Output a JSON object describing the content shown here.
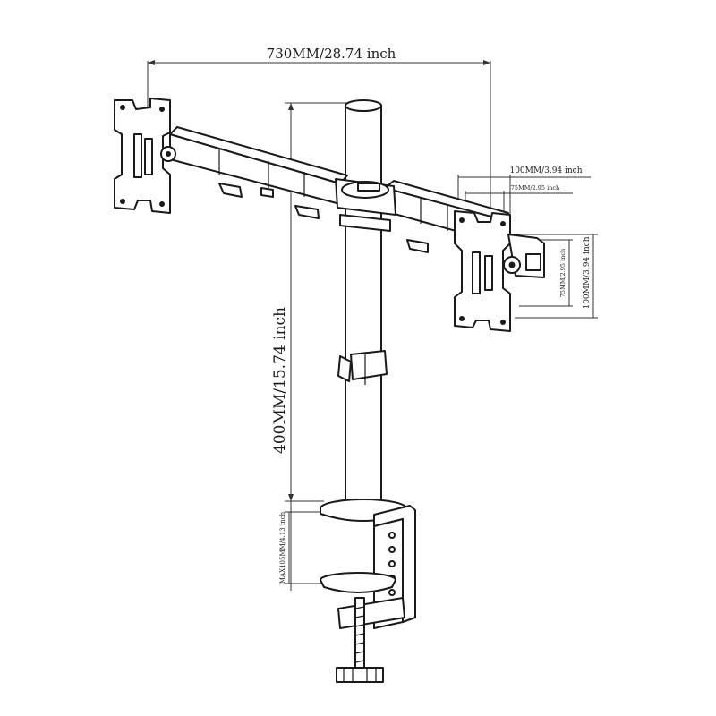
{
  "diagram": {
    "dimensions": {
      "total_width": "730MM/28.74 inch",
      "pole_height": "400MM/15.74 inch",
      "vesa_large_h": "100MM/3.94 inch",
      "vesa_small_h": "75MM/2.95 inch",
      "vesa_small_v": "75MM/2.95 inch",
      "vesa_large_v": "100MM/3.94 inch",
      "clamp_max": "MAX105MM/4.13 inch"
    }
  }
}
